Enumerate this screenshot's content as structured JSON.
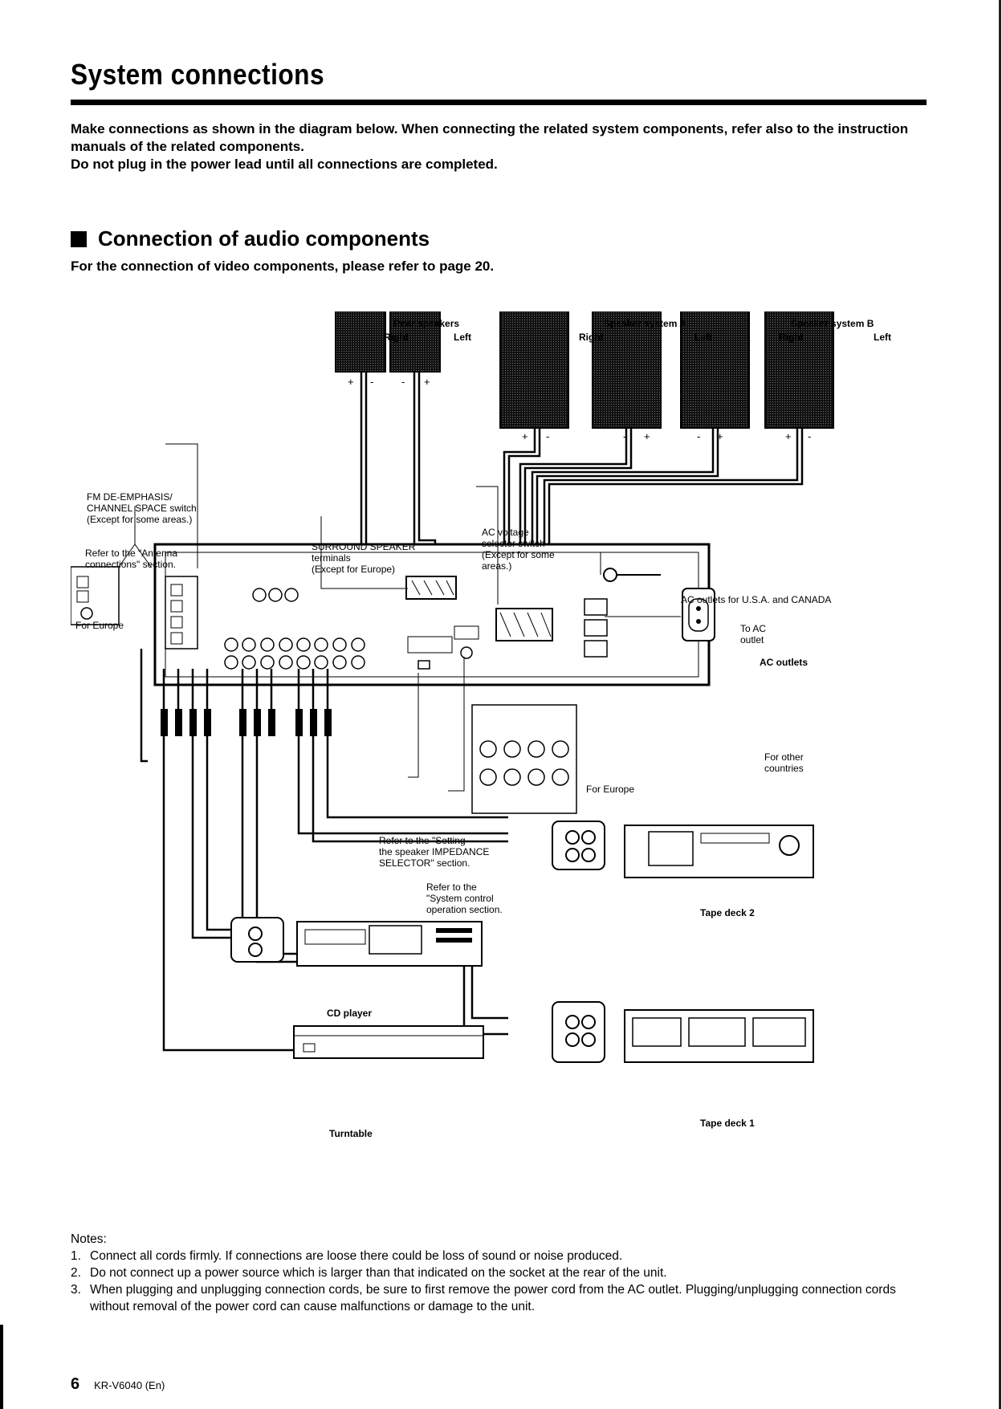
{
  "page": {
    "title": "System connections",
    "intro": [
      "Make connections as shown in the diagram below. When connecting the related system components, refer also to the instruction manuals of the related components.",
      "Do not plug in the power lead until all connections are completed."
    ],
    "section_title": "Connection of audio components",
    "section_sub": "For the connection of video components, please refer to page 20."
  },
  "diagram": {
    "rear_speakers": "Rear speakers",
    "speaker_a": "Speaker system A",
    "speaker_b": "Speaker system B",
    "right": "Right",
    "left": "Left",
    "fm_switch": [
      "FM DE-EMPHASIS/",
      "CHANNEL SPACE switch",
      "(Except for some areas.)"
    ],
    "antenna_ref": [
      "Refer to the \"Antenna",
      "connections\" section."
    ],
    "for_europe": "For Europe",
    "surround": [
      "SURROUND SPEAKER",
      "terminals",
      "(Except for Europe)"
    ],
    "ac_voltage": [
      "AC voltage",
      "selector switch",
      "(Except for some",
      "areas.)"
    ],
    "ac_outlets_us": "AC outlets for U.S.A. and CANADA",
    "to_ac": [
      "To AC",
      "outlet"
    ],
    "ac_outlets": "AC outlets",
    "other_countries": [
      "For other",
      "countries"
    ],
    "impedance_ref": [
      "Refer to the \"Setting",
      "the speaker IMPEDANCE",
      "SELECTOR\" section."
    ],
    "system_ref": [
      "Refer to the",
      "\"System control",
      "operation section."
    ],
    "tape2": "Tape deck 2",
    "tape1": "Tape deck 1",
    "cd": "CD player",
    "turntable": "Turntable"
  },
  "notes": {
    "heading": "Notes:",
    "items": [
      {
        "num": "1.",
        "text": "Connect all cords firmly. If connections are loose there could be loss of sound or noise produced."
      },
      {
        "num": "2.",
        "text": "Do not connect up a power source which is larger than that indicated on the socket at the rear of the unit."
      },
      {
        "num": "3.",
        "text": "When plugging and unplugging connection cords, be sure to first remove the power cord from the AC outlet. Plugging/unplugging connection cords without removal of the power cord can cause malfunctions or damage to the unit."
      }
    ]
  },
  "footer": {
    "page_number": "6",
    "model": "KR-V6040 (En)"
  }
}
